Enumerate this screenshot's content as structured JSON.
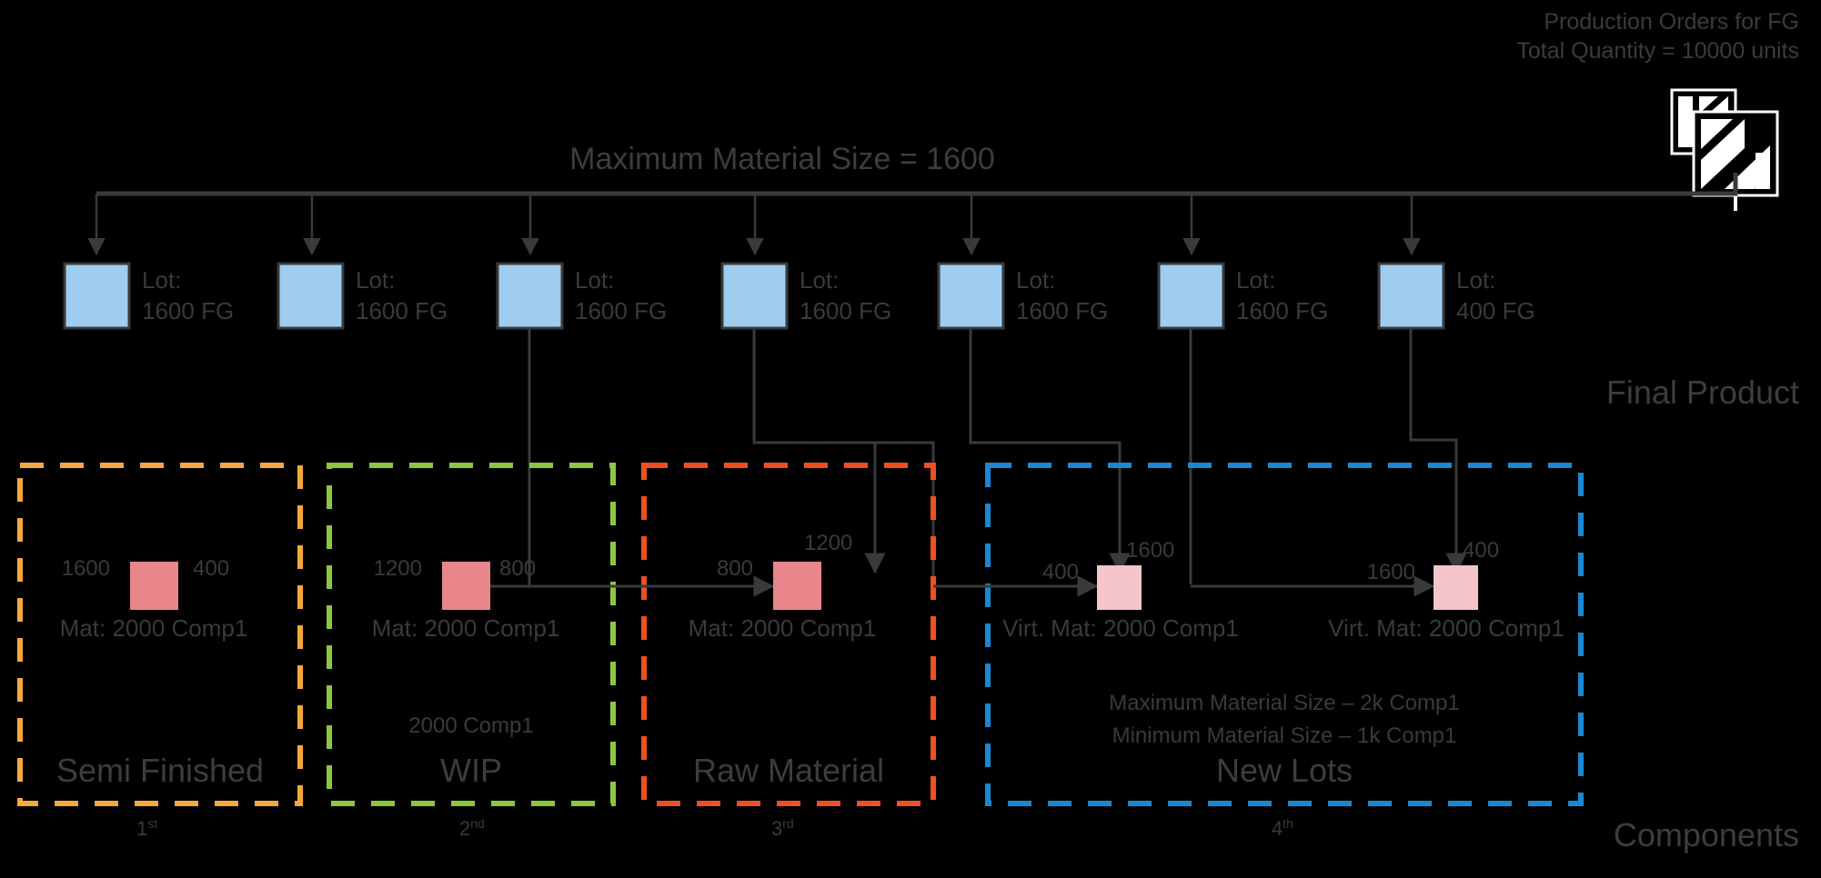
{
  "header": {
    "line1": "Production Orders for FG",
    "line2": "Total Quantity = 10000 units",
    "icon": "production-orders-icon"
  },
  "title": "Maximum Material Size = 1600",
  "side_labels": {
    "final_product": "Final Product",
    "components": "Components"
  },
  "lots": [
    {
      "label": "Lot:",
      "value": "1600 FG"
    },
    {
      "label": "Lot:",
      "value": "1600 FG"
    },
    {
      "label": "Lot:",
      "value": "1600 FG"
    },
    {
      "label": "Lot:",
      "value": "1600 FG"
    },
    {
      "label": "Lot:",
      "value": "1600 FG"
    },
    {
      "label": "Lot:",
      "value": "1600 FG"
    },
    {
      "label": "Lot:",
      "value": "400 FG"
    }
  ],
  "groups": [
    {
      "id": "semi-finished",
      "name": "Semi Finished",
      "ordinal": "1",
      "ordinal_suffix": "st",
      "color": "#f5a83c",
      "extra_lines": []
    },
    {
      "id": "wip",
      "name": "WIP",
      "ordinal": "2",
      "ordinal_suffix": "nd",
      "color": "#8cc63f",
      "extra_lines": [
        "2000 Comp1"
      ]
    },
    {
      "id": "raw-material",
      "name": "Raw Material",
      "ordinal": "3",
      "ordinal_suffix": "rd",
      "color": "#f04e23",
      "extra_lines": []
    },
    {
      "id": "new-lots",
      "name": "New Lots",
      "ordinal": "4",
      "ordinal_suffix": "th",
      "color": "#1b87d4",
      "extra_lines": [
        "Maximum Material Size – 2k Comp1",
        "Minimum Material Size – 1k Comp1"
      ]
    }
  ],
  "materials": [
    {
      "id": "mat-semi-finished",
      "label": "Mat: 2000 Comp1",
      "left_qty": "1600",
      "right_qty": "400",
      "kind": "material"
    },
    {
      "id": "mat-wip",
      "label": "Mat: 2000 Comp1",
      "left_qty": "1200",
      "right_qty": "800",
      "kind": "material"
    },
    {
      "id": "mat-raw",
      "label": "Mat: 2000 Comp1",
      "left_qty": "800",
      "right_qty": "1200",
      "kind": "material"
    },
    {
      "id": "vmat-new-lot-1",
      "label": "Virt. Mat: 2000 Comp1",
      "left_qty": "400",
      "right_qty": "1600",
      "kind": "virtual"
    },
    {
      "id": "vmat-new-lot-2",
      "label": "Virt. Mat: 2000 Comp1",
      "left_qty": "1600",
      "right_qty": "400",
      "kind": "virtual"
    }
  ],
  "colors": {
    "background": "#000000",
    "lot_fill": "#9ecdf0",
    "material_fill": "#e8868b",
    "virtual_material_fill": "#f4c5ca",
    "connector": "#3a3a3a",
    "text": "#3a3a3a"
  }
}
